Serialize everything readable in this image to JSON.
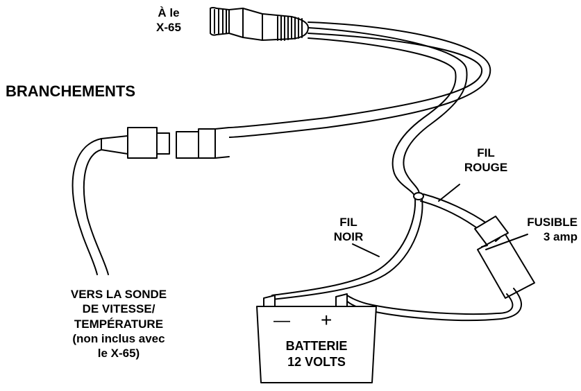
{
  "title": "BRANCHEMENTS",
  "labels": {
    "to_unit": [
      "À le",
      "X-65"
    ],
    "red_wire": [
      "FIL",
      "ROUGE"
    ],
    "black_wire": [
      "FIL",
      "NOIR"
    ],
    "fuse": [
      "FUSIBLE",
      "3 amp"
    ],
    "sensor": [
      "VERS LA SONDE",
      "DE VITESSE/",
      "TEMPÉRATURE",
      "(non inclus avec",
      "le X-65)"
    ],
    "battery": [
      "BATTERIE",
      "12 VOLTS"
    ]
  },
  "battery_terminals": {
    "negative": "—",
    "positive": "+"
  },
  "colors": {
    "ink": "#000000",
    "background": "#ffffff"
  }
}
